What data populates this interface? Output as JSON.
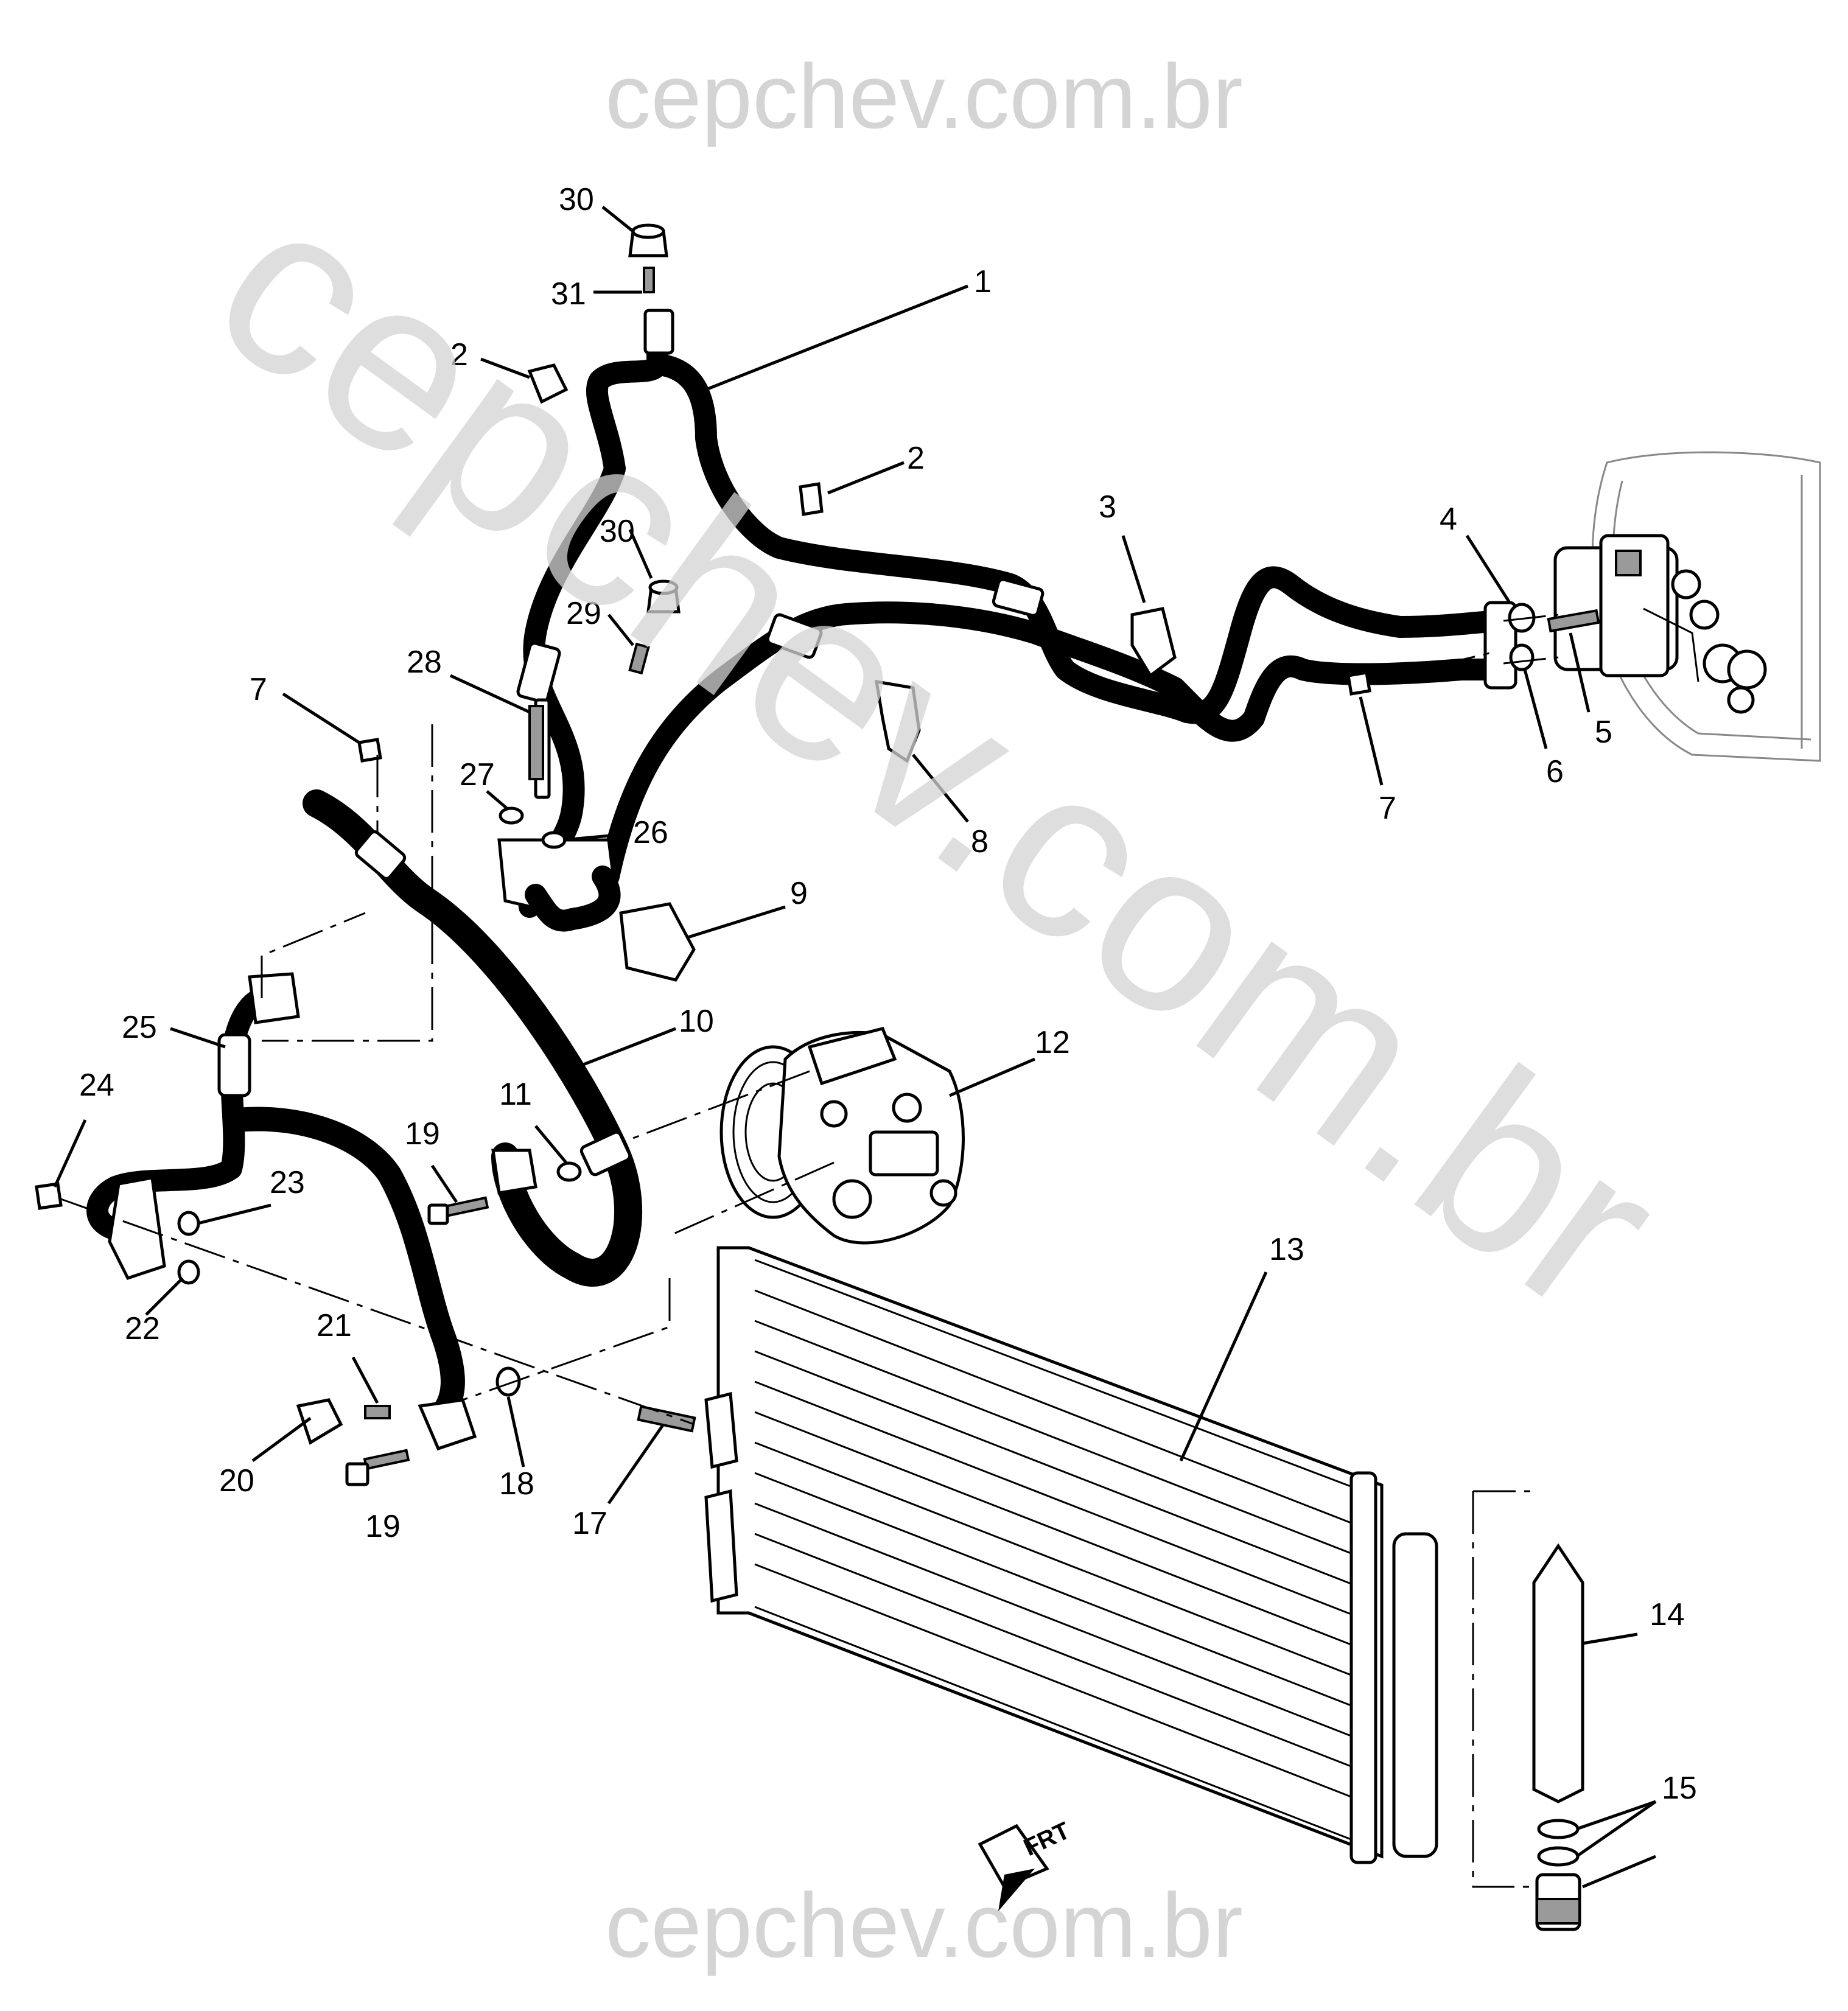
{
  "watermarks": {
    "top": "cepchev.com.br",
    "bottom": "cepchev.com.br",
    "diagonal": "cepchev.com.br"
  },
  "direction_marker": "FRT",
  "callouts": [
    {
      "id": "c30a",
      "label": "30"
    },
    {
      "id": "c31",
      "label": "31"
    },
    {
      "id": "c1",
      "label": "1"
    },
    {
      "id": "c2a",
      "label": "2"
    },
    {
      "id": "c2b",
      "label": "2"
    },
    {
      "id": "c3",
      "label": "3"
    },
    {
      "id": "c4",
      "label": "4"
    },
    {
      "id": "c30b",
      "label": "30"
    },
    {
      "id": "c29",
      "label": "29"
    },
    {
      "id": "c28",
      "label": "28"
    },
    {
      "id": "c7a",
      "label": "7"
    },
    {
      "id": "c27",
      "label": "27"
    },
    {
      "id": "c26",
      "label": "26"
    },
    {
      "id": "c8",
      "label": "8"
    },
    {
      "id": "c7b",
      "label": "7"
    },
    {
      "id": "c6",
      "label": "6"
    },
    {
      "id": "c5",
      "label": "5"
    },
    {
      "id": "c9",
      "label": "9"
    },
    {
      "id": "c10",
      "label": "10"
    },
    {
      "id": "c25",
      "label": "25"
    },
    {
      "id": "c12",
      "label": "12"
    },
    {
      "id": "c24",
      "label": "24"
    },
    {
      "id": "c11",
      "label": "11"
    },
    {
      "id": "c19a",
      "label": "19"
    },
    {
      "id": "c23",
      "label": "23"
    },
    {
      "id": "c13",
      "label": "13"
    },
    {
      "id": "c22",
      "label": "22"
    },
    {
      "id": "c21",
      "label": "21"
    },
    {
      "id": "c20",
      "label": "20"
    },
    {
      "id": "c18",
      "label": "18"
    },
    {
      "id": "c17",
      "label": "17"
    },
    {
      "id": "c19b",
      "label": "19"
    },
    {
      "id": "c14",
      "label": "14"
    },
    {
      "id": "c15",
      "label": "15"
    }
  ]
}
